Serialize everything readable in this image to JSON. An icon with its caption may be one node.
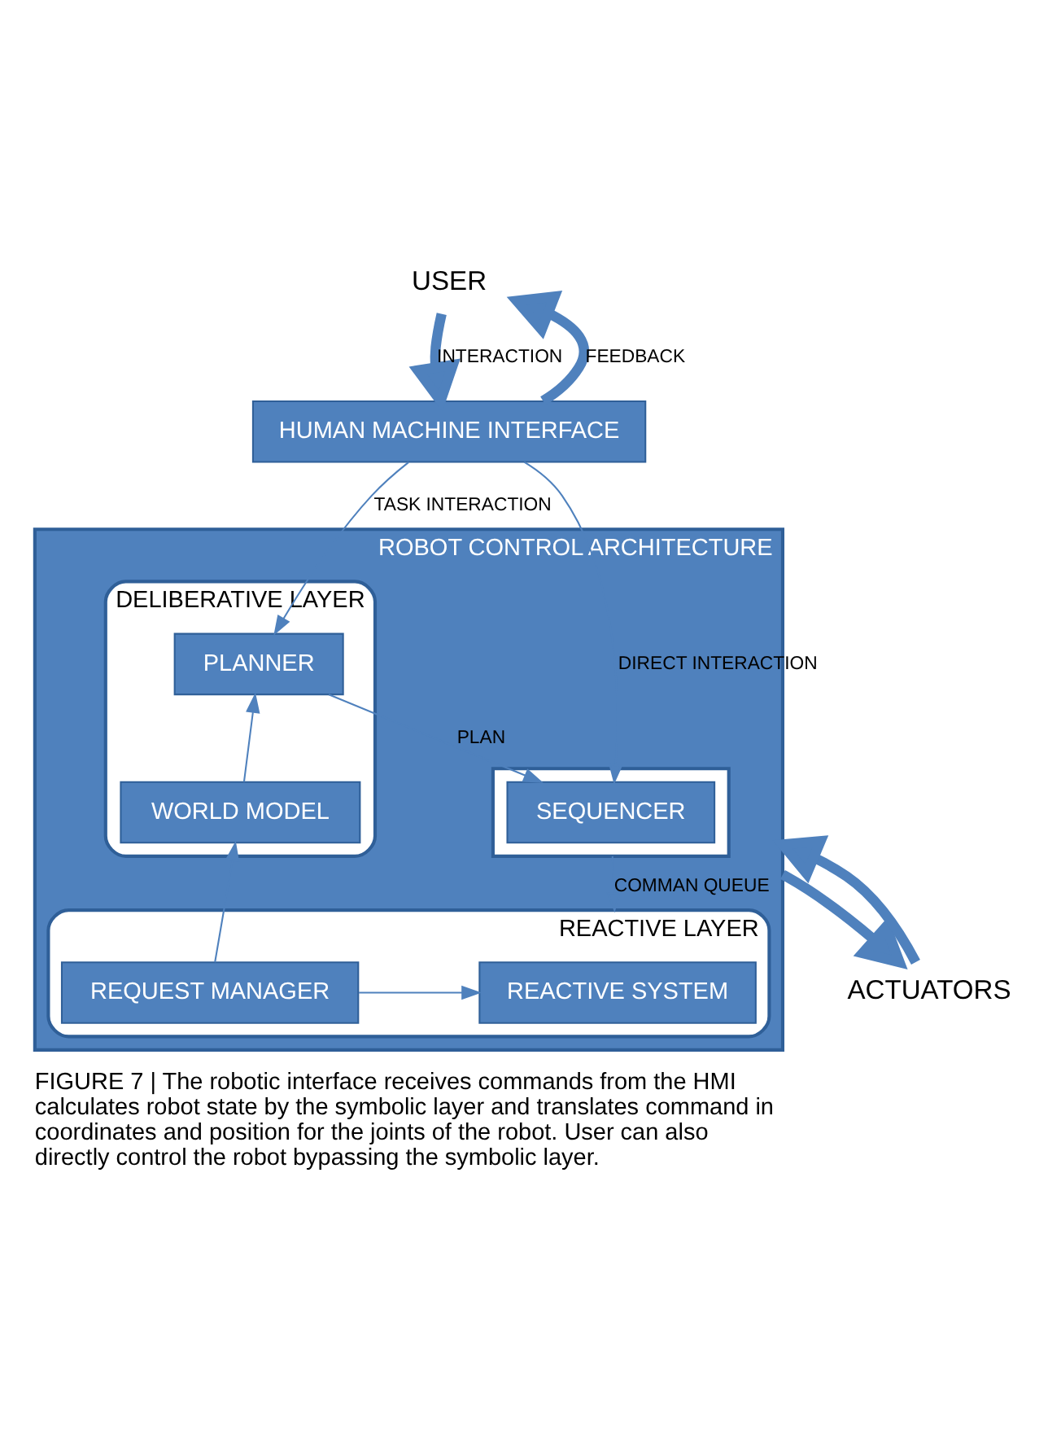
{
  "diagram": {
    "caption": "FIGURE 7 | The robotic interface receives commands from the HMI calculates robot state by the symbolic layer and translates command in coordinates and position for the joints of the robot. User can also directly control the robot bypassing the symbolic layer.",
    "nodes": [
      {
        "text": [
          "USER"
        ]
      },
      {
        "text": [
          "HUMAN MACHINE INTERFACE"
        ]
      },
      {
        "text": [
          "ROBOT CONTROL ARCHITECTURE"
        ]
      },
      {
        "text": [],
        "shape": "box",
        "in": 2
      },
      {
        "text": [
          "SEQUENCER"
        ],
        "in": 3
      },
      {
        "text": [
          "DELIBERATIVE LAYER"
        ],
        "in": 2
      },
      {
        "text": [
          "PLANNER"
        ],
        "in": 5
      },
      {
        "text": [
          "WORLD MODEL"
        ],
        "in": 5
      },
      {
        "text": [
          "REACTIVE LAYER"
        ],
        "in": 2
      },
      {
        "text": [
          "REACTIVE SYSTEM"
        ],
        "in": 8
      },
      {
        "text": [
          "REQUEST MANAGER"
        ],
        "in": 8
      },
      {
        "text": [
          "ACTUATORS"
        ]
      }
    ],
    "edges": [
      {
        "from": 1,
        "to": 0,
        "arrow": "to",
        "label": "FEEDBACK",
        "style": "thick"
      },
      {
        "from": 0,
        "to": 1,
        "arrow": "to",
        "label": "INTERACTION",
        "style": "thick"
      },
      {
        "from": 1,
        "to": 4,
        "arrow": "to",
        "label": "DIRECT INTERACTION"
      },
      {
        "from": 1,
        "to": 6,
        "arrow": "to",
        "label": "TASK INTERACTION"
      },
      {
        "from": 6,
        "to": 4,
        "arrow": "to",
        "label": "PLAN"
      },
      {
        "from": 3,
        "to": 8,
        "arrow": "to",
        "label": "COMMAN QUEUE"
      },
      {
        "from": 7,
        "to": 6,
        "arrow": "to"
      },
      {
        "from": 10,
        "to": 7,
        "arrow": "to"
      },
      {
        "from": 10,
        "to": 9,
        "arrow": "to"
      },
      {
        "from": 2,
        "to": 11,
        "arrow": "to",
        "style": "thick"
      },
      {
        "from": 11,
        "to": 2,
        "arrow": "to",
        "style": "thick"
      }
    ]
  }
}
